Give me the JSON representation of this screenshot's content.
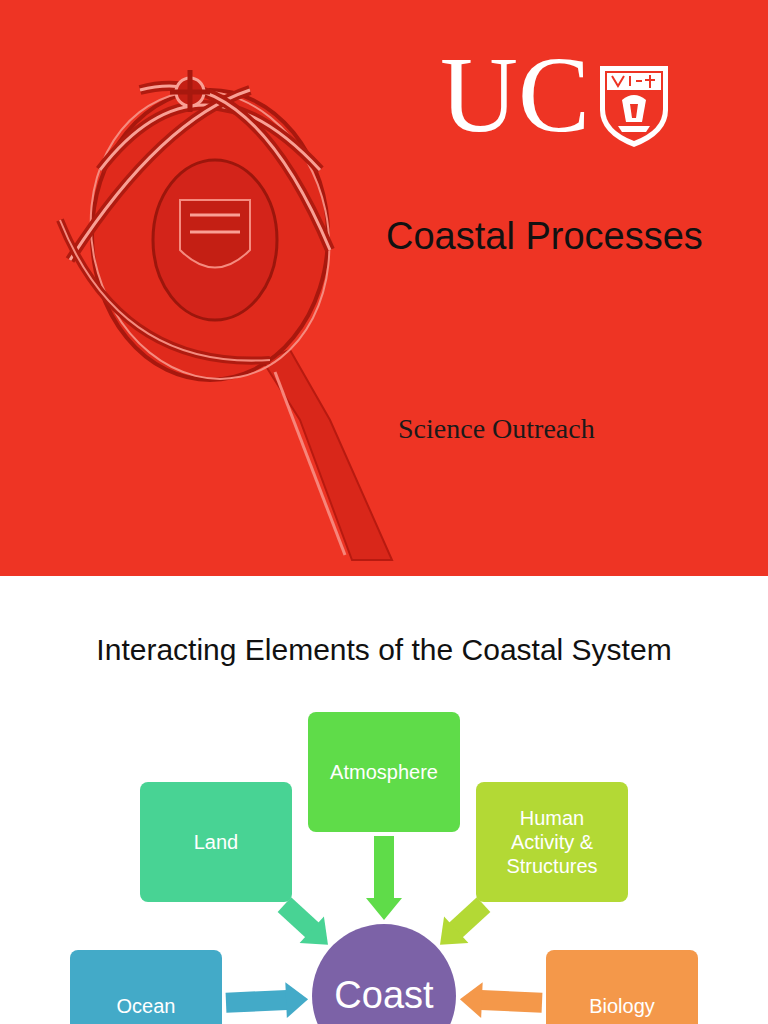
{
  "diagram": {
    "title": "Interacting Elements of the Coastal System",
    "nodes": [
      {
        "text": [
          "Atmosphere"
        ]
      },
      {
        "text": [
          "Land"
        ]
      },
      {
        "text": [
          "Human Activity & Structures"
        ]
      },
      {
        "text": [
          "Ocean"
        ]
      },
      {
        "text": [
          "Coast"
        ]
      },
      {
        "text": [
          "Biology"
        ]
      }
    ],
    "edges": [
      {
        "from": 0,
        "to": 4,
        "arrow": "to"
      },
      {
        "from": 1,
        "to": 4,
        "arrow": "to"
      },
      {
        "from": 2,
        "to": 4,
        "arrow": "to"
      },
      {
        "from": 3,
        "to": 4,
        "arrow": "to"
      },
      {
        "from": 5,
        "to": 4,
        "arrow": "to"
      }
    ],
    "labels": [
      "UC",
      "Coastal Processes",
      "Science Outreach"
    ]
  }
}
